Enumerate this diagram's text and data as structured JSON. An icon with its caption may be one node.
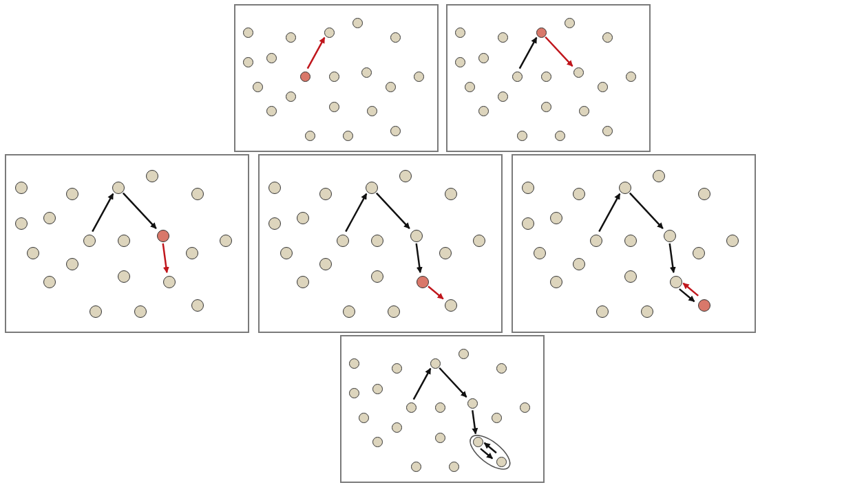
{
  "diagram": {
    "nodes": [
      {
        "text": [],
        "shape": "box"
      },
      {
        "text": [],
        "shape": "circle",
        "in": 0
      },
      {
        "text": [],
        "shape": "circle",
        "in": 0
      },
      {
        "text": [],
        "shape": "circle",
        "in": 0
      },
      {
        "text": [],
        "shape": "circle",
        "in": 0
      },
      {
        "text": [],
        "shape": "circle",
        "in": 0
      },
      {
        "text": [],
        "shape": "circle",
        "in": 0
      },
      {
        "text": [],
        "shape": "circle",
        "in": 0
      },
      {
        "text": [],
        "shape": "circle",
        "in": 0
      },
      {
        "text": [],
        "shape": "circle",
        "in": 0
      },
      {
        "text": [],
        "shape": "circle",
        "in": 0
      },
      {
        "text": [],
        "shape": "circle",
        "in": 0
      },
      {
        "text": [],
        "shape": "circle",
        "in": 0
      },
      {
        "text": [],
        "shape": "circle",
        "in": 0
      },
      {
        "text": [],
        "shape": "circle",
        "in": 0
      },
      {
        "text": [],
        "shape": "circle",
        "in": 0
      },
      {
        "text": [],
        "shape": "circle",
        "in": 0
      },
      {
        "text": [],
        "shape": "circle",
        "in": 0
      },
      {
        "text": [],
        "shape": "circle",
        "in": 0
      },
      {
        "text": [],
        "shape": "circle",
        "in": 0
      },
      {
        "text": [],
        "shape": "circle",
        "in": 0
      },
      {
        "text": [],
        "shape": "box"
      },
      {
        "text": [],
        "shape": "circle",
        "in": 21
      },
      {
        "text": [],
        "shape": "circle",
        "in": 21
      },
      {
        "text": [],
        "shape": "circle",
        "in": 21
      },
      {
        "text": [],
        "shape": "circle",
        "in": 21
      },
      {
        "text": [],
        "shape": "circle",
        "in": 21
      },
      {
        "text": [],
        "shape": "circle",
        "in": 21
      },
      {
        "text": [],
        "shape": "circle",
        "in": 21
      },
      {
        "text": [],
        "shape": "circle",
        "in": 21
      },
      {
        "text": [],
        "shape": "circle",
        "in": 21
      },
      {
        "text": [],
        "shape": "circle",
        "in": 21
      },
      {
        "text": [],
        "shape": "circle",
        "in": 21
      },
      {
        "text": [],
        "shape": "circle",
        "in": 21
      },
      {
        "text": [],
        "shape": "circle",
        "in": 21
      },
      {
        "text": [],
        "shape": "circle",
        "in": 21
      },
      {
        "text": [],
        "shape": "circle",
        "in": 21
      },
      {
        "text": [],
        "shape": "circle",
        "in": 21
      },
      {
        "text": [],
        "shape": "circle",
        "in": 21
      },
      {
        "text": [],
        "shape": "circle",
        "in": 21
      },
      {
        "text": [],
        "shape": "circle",
        "in": 21
      },
      {
        "text": [],
        "shape": "circle",
        "in": 21
      },
      {
        "text": [],
        "shape": "box"
      },
      {
        "text": [],
        "shape": "circle",
        "in": 42
      },
      {
        "text": [],
        "shape": "circle",
        "in": 42
      },
      {
        "text": [],
        "shape": "circle",
        "in": 42
      },
      {
        "text": [],
        "shape": "circle",
        "in": 42
      },
      {
        "text": [],
        "shape": "circle",
        "in": 42
      },
      {
        "text": [],
        "shape": "circle",
        "in": 42
      },
      {
        "text": [],
        "shape": "circle",
        "in": 42
      },
      {
        "text": [],
        "shape": "circle",
        "in": 42
      },
      {
        "text": [],
        "shape": "circle",
        "in": 42
      },
      {
        "text": [],
        "shape": "circle",
        "in": 42
      },
      {
        "text": [],
        "shape": "circle",
        "in": 42
      },
      {
        "text": [],
        "shape": "circle",
        "in": 42
      },
      {
        "text": [],
        "shape": "circle",
        "in": 42
      },
      {
        "text": [],
        "shape": "circle",
        "in": 42
      },
      {
        "text": [],
        "shape": "circle",
        "in": 42
      },
      {
        "text": [],
        "shape": "circle",
        "in": 42
      },
      {
        "text": [],
        "shape": "circle",
        "in": 42
      },
      {
        "text": [],
        "shape": "circle",
        "in": 42
      },
      {
        "text": [],
        "shape": "circle",
        "in": 42
      },
      {
        "text": [],
        "shape": "circle",
        "in": 42
      },
      {
        "text": [],
        "shape": "box"
      },
      {
        "text": [],
        "shape": "circle",
        "in": 63
      },
      {
        "text": [],
        "shape": "circle",
        "in": 63
      },
      {
        "text": [],
        "shape": "circle",
        "in": 63
      },
      {
        "text": [],
        "shape": "circle",
        "in": 63
      },
      {
        "text": [],
        "shape": "circle",
        "in": 63
      },
      {
        "text": [],
        "shape": "circle",
        "in": 63
      },
      {
        "text": [],
        "shape": "circle",
        "in": 63
      },
      {
        "text": [],
        "shape": "circle",
        "in": 63
      },
      {
        "text": [],
        "shape": "circle",
        "in": 63
      },
      {
        "text": [],
        "shape": "circle",
        "in": 63
      },
      {
        "text": [],
        "shape": "circle",
        "in": 63
      },
      {
        "text": [],
        "shape": "circle",
        "in": 63
      },
      {
        "text": [],
        "shape": "circle",
        "in": 63
      },
      {
        "text": [],
        "shape": "circle",
        "in": 63
      },
      {
        "text": [],
        "shape": "circle",
        "in": 63
      },
      {
        "text": [],
        "shape": "circle",
        "in": 63
      },
      {
        "text": [],
        "shape": "circle",
        "in": 63
      },
      {
        "text": [],
        "shape": "circle",
        "in": 63
      },
      {
        "text": [],
        "shape": "circle",
        "in": 63
      },
      {
        "text": [],
        "shape": "circle",
        "in": 63
      },
      {
        "text": [],
        "shape": "box"
      },
      {
        "text": [],
        "shape": "circle",
        "in": 84
      },
      {
        "text": [],
        "shape": "circle",
        "in": 84
      },
      {
        "text": [],
        "shape": "circle",
        "in": 84
      },
      {
        "text": [],
        "shape": "circle",
        "in": 84
      },
      {
        "text": [],
        "shape": "circle",
        "in": 84
      },
      {
        "text": [],
        "shape": "circle",
        "in": 84
      },
      {
        "text": [],
        "shape": "circle",
        "in": 84
      },
      {
        "text": [],
        "shape": "circle",
        "in": 84
      },
      {
        "text": [],
        "shape": "circle",
        "in": 84
      },
      {
        "text": [],
        "shape": "circle",
        "in": 84
      },
      {
        "text": [],
        "shape": "circle",
        "in": 84
      },
      {
        "text": [],
        "shape": "circle",
        "in": 84
      },
      {
        "text": [],
        "shape": "circle",
        "in": 84
      },
      {
        "text": [],
        "shape": "circle",
        "in": 84
      },
      {
        "text": [],
        "shape": "circle",
        "in": 84
      },
      {
        "text": [],
        "shape": "circle",
        "in": 84
      },
      {
        "text": [],
        "shape": "circle",
        "in": 84
      },
      {
        "text": [],
        "shape": "circle",
        "in": 84
      },
      {
        "text": [],
        "shape": "circle",
        "in": 84
      },
      {
        "text": [],
        "shape": "circle",
        "in": 84
      },
      {
        "text": [],
        "shape": "box"
      },
      {
        "text": [],
        "shape": "circle",
        "in": 105
      },
      {
        "text": [],
        "shape": "circle",
        "in": 105
      },
      {
        "text": [],
        "shape": "circle",
        "in": 105
      },
      {
        "text": [],
        "shape": "circle",
        "in": 105
      },
      {
        "text": [],
        "shape": "circle",
        "in": 105
      },
      {
        "text": [],
        "shape": "circle",
        "in": 105
      },
      {
        "text": [],
        "shape": "circle",
        "in": 105
      },
      {
        "text": [],
        "shape": "circle",
        "in": 105
      },
      {
        "text": [],
        "shape": "circle",
        "in": 105
      },
      {
        "text": [],
        "shape": "circle",
        "in": 105
      },
      {
        "text": [],
        "shape": "circle",
        "in": 105
      },
      {
        "text": [],
        "shape": "circle",
        "in": 105
      },
      {
        "text": [],
        "shape": "circle",
        "in": 105
      },
      {
        "text": [],
        "shape": "circle",
        "in": 105
      },
      {
        "text": [],
        "shape": "circle",
        "in": 105
      },
      {
        "text": [],
        "shape": "circle",
        "in": 105
      },
      {
        "text": [],
        "shape": "circle",
        "in": 105
      },
      {
        "text": [],
        "shape": "circle",
        "in": 105
      },
      {
        "text": [],
        "shape": "ellipse",
        "in": 105
      },
      {
        "text": [],
        "shape": "circle",
        "in": 124
      },
      {
        "text": [],
        "shape": "circle",
        "in": 124
      }
    ],
    "edges": [
      {
        "from": 8,
        "to": 3,
        "arrow": "to",
        "color": "#c0161c"
      },
      {
        "from": 29,
        "to": 24,
        "arrow": "to"
      },
      {
        "from": 24,
        "to": 31,
        "arrow": "to",
        "color": "#c0161c"
      },
      {
        "from": 50,
        "to": 45,
        "arrow": "to"
      },
      {
        "from": 45,
        "to": 52,
        "arrow": "to"
      },
      {
        "from": 52,
        "to": 61,
        "arrow": "to",
        "color": "#c0161c"
      },
      {
        "from": 71,
        "to": 66,
        "arrow": "to"
      },
      {
        "from": 66,
        "to": 73,
        "arrow": "to"
      },
      {
        "from": 73,
        "to": 82,
        "arrow": "to"
      },
      {
        "from": 82,
        "to": 83,
        "arrow": "to",
        "color": "#c0161c"
      },
      {
        "from": 92,
        "to": 87,
        "arrow": "to"
      },
      {
        "from": 87,
        "to": 94,
        "arrow": "to"
      },
      {
        "from": 94,
        "to": 103,
        "arrow": "to"
      },
      {
        "from": 103,
        "to": 104,
        "arrow": "to"
      },
      {
        "from": 104,
        "to": 103,
        "arrow": "to",
        "color": "#c0161c"
      },
      {
        "from": 113,
        "to": 108,
        "arrow": "to"
      },
      {
        "from": 108,
        "to": 115,
        "arrow": "to"
      },
      {
        "from": 115,
        "to": 125,
        "arrow": "to"
      },
      {
        "from": 125,
        "to": 126,
        "arrow": "to"
      },
      {
        "from": 126,
        "to": 125,
        "arrow": "to"
      }
    ]
  }
}
